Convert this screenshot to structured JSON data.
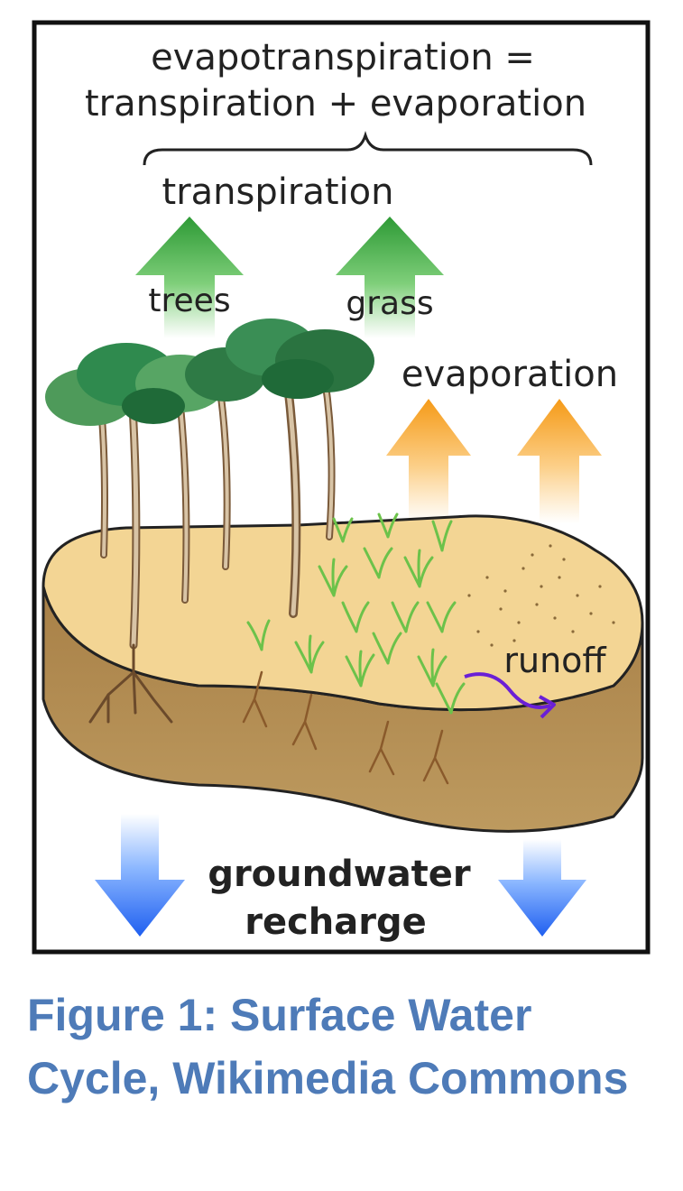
{
  "diagram": {
    "equation": {
      "line1": "evapotranspiration =",
      "line2": "transpiration + evaporation"
    },
    "labels": {
      "transpiration": "transpiration",
      "trees": "trees",
      "grass": "grass",
      "evaporation": "evaporation",
      "runoff": "runoff",
      "groundwater_line1": "groundwater",
      "groundwater_line2": "recharge"
    },
    "colors": {
      "transpiration_arrow": "#3a9a3a",
      "evaporation_arrow": "#f5a623",
      "groundwater_arrow": "#2a6bf0",
      "runoff_arrow": "#6a1fd6",
      "soil_top": "#f3d594",
      "soil_side": "#b48e52",
      "roots": "#8a5a2b",
      "foliage": "#2f8a4e"
    }
  },
  "caption": {
    "text": "Figure 1: Surface Water Cycle, Wikimedia Commons",
    "color": "#4e7bb8"
  }
}
